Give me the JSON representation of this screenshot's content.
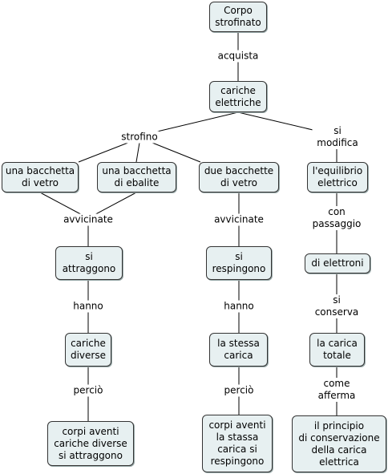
{
  "nodes": {
    "corpo": "Corpo\nstrofinato",
    "cariche": "cariche\nelettriche",
    "vetro": "una bacchetta\ndi vetro",
    "ebalite": "una bacchetta\ndi ebalite",
    "due": "due bacchette\ndi vetro",
    "equilibrio": "l'equilibrio\nelettrico",
    "attraggono": "si\nattraggono",
    "respingono": "si\nrespingono",
    "elettroni": "di elettroni",
    "diverse": "cariche\ndiverse",
    "stessa": "la stessa\ncarica",
    "totale": "la carica\ntotale",
    "corpi_att": "corpi aventi\ncariche diverse\nsi attraggono",
    "corpi_resp": "corpi aventi\nla stassa\ncarica si\nrespingono",
    "principio": "il principio\ndi conservazione\ndella carica\nelettrica"
  },
  "links": {
    "acquista": "acquista",
    "strofino": "strofino",
    "si_modifica": "si modifica",
    "avvicinate_1": "avvicinate",
    "avvicinate_2": "avvicinate",
    "con_passaggio": "con\npassaggio",
    "hanno_1": "hanno",
    "hanno_2": "hanno",
    "si_conserva": "si\nconserva",
    "percio_1": "perciò",
    "percio_2": "perciò",
    "come_afferma": "come\nafferma"
  }
}
